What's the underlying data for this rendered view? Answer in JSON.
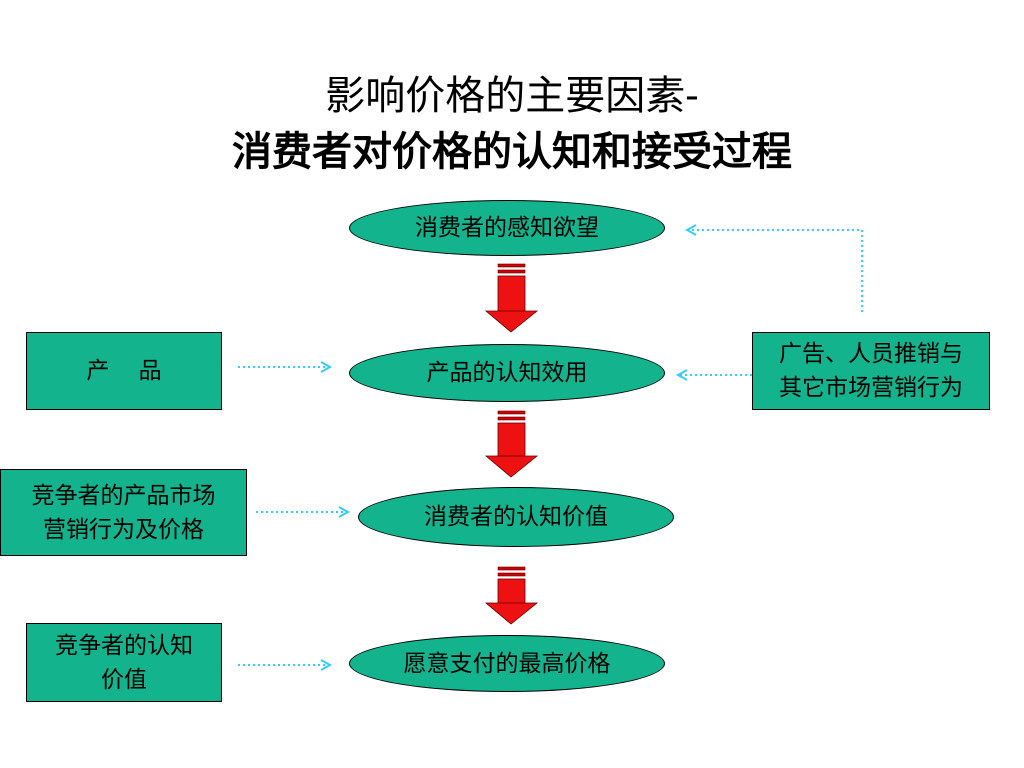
{
  "title": {
    "line1": "影响价格的主要因素-",
    "line2": "消费者对价格的认知和接受过程"
  },
  "process": {
    "step1": "消费者的感知欲望",
    "step2": "产品的认知效用",
    "step3": "消费者的认知价值",
    "step4": "愿意支付的最高价格"
  },
  "factors": {
    "product": "产    品",
    "marketing_line1": "广告、人员推销与",
    "marketing_line2": "其它市场营销行为",
    "competitor_behavior_line1": "竞争者的产品市场",
    "competitor_behavior_line2": "营销行为及价格",
    "competitor_value_line1": "竞争者的认知",
    "competitor_value_line2": "价值"
  },
  "colors": {
    "node_fill": "#12b38d",
    "flow_arrow": "#ee1111",
    "dotted_connector": "#33ccff"
  }
}
